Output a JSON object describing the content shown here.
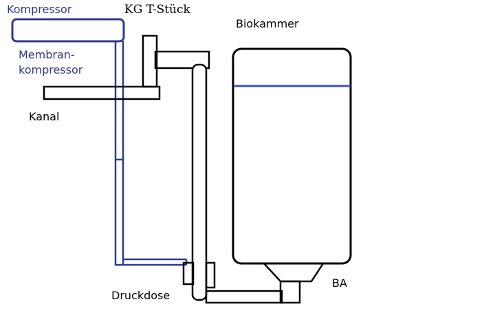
{
  "labels": {
    "kompressor": "Kompressor",
    "membran_line1": "Membran-",
    "membran_line2": "kompressor",
    "kanal": "Kanal",
    "kg_tstueck": "KG T-Stück",
    "biokammer": "Biokammer",
    "ba": "BA",
    "druckdose": "Druckdose"
  },
  "colors": {
    "line_blue": "#2e3a8c",
    "water_level": "#3a55b5",
    "outline": "#000000"
  }
}
